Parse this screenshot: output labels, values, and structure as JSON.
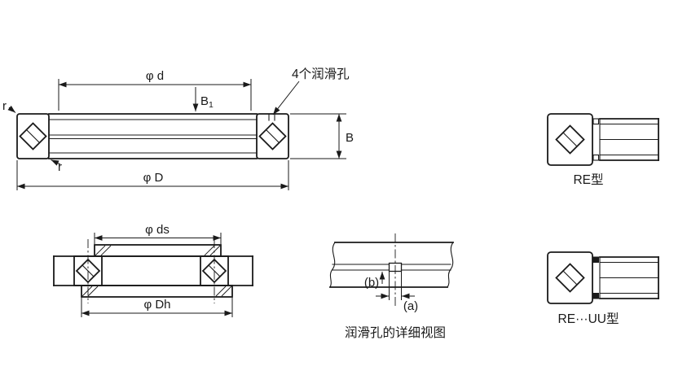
{
  "drawing": {
    "ink_color": "#1a1a1a",
    "background_color": "#ffffff"
  },
  "main_view": {
    "dim_phi_d": "φ d",
    "dim_b1_letter": "B",
    "dim_b1_sub": "1",
    "lube_holes_label": "4个润滑孔",
    "dim_b": "B",
    "dim_phi_D": "φ D",
    "radius_left": "r",
    "radius_inner": "r"
  },
  "re_view": {
    "caption": "RE型"
  },
  "mount_view": {
    "dim_phi_ds": "φ ds",
    "dim_phi_Dh": "φ Dh"
  },
  "detail_view": {
    "label_b": "(b)",
    "label_a": "(a)",
    "caption": "润滑孔的详细视图"
  },
  "re_uu_view": {
    "caption": "RE···UU型"
  }
}
